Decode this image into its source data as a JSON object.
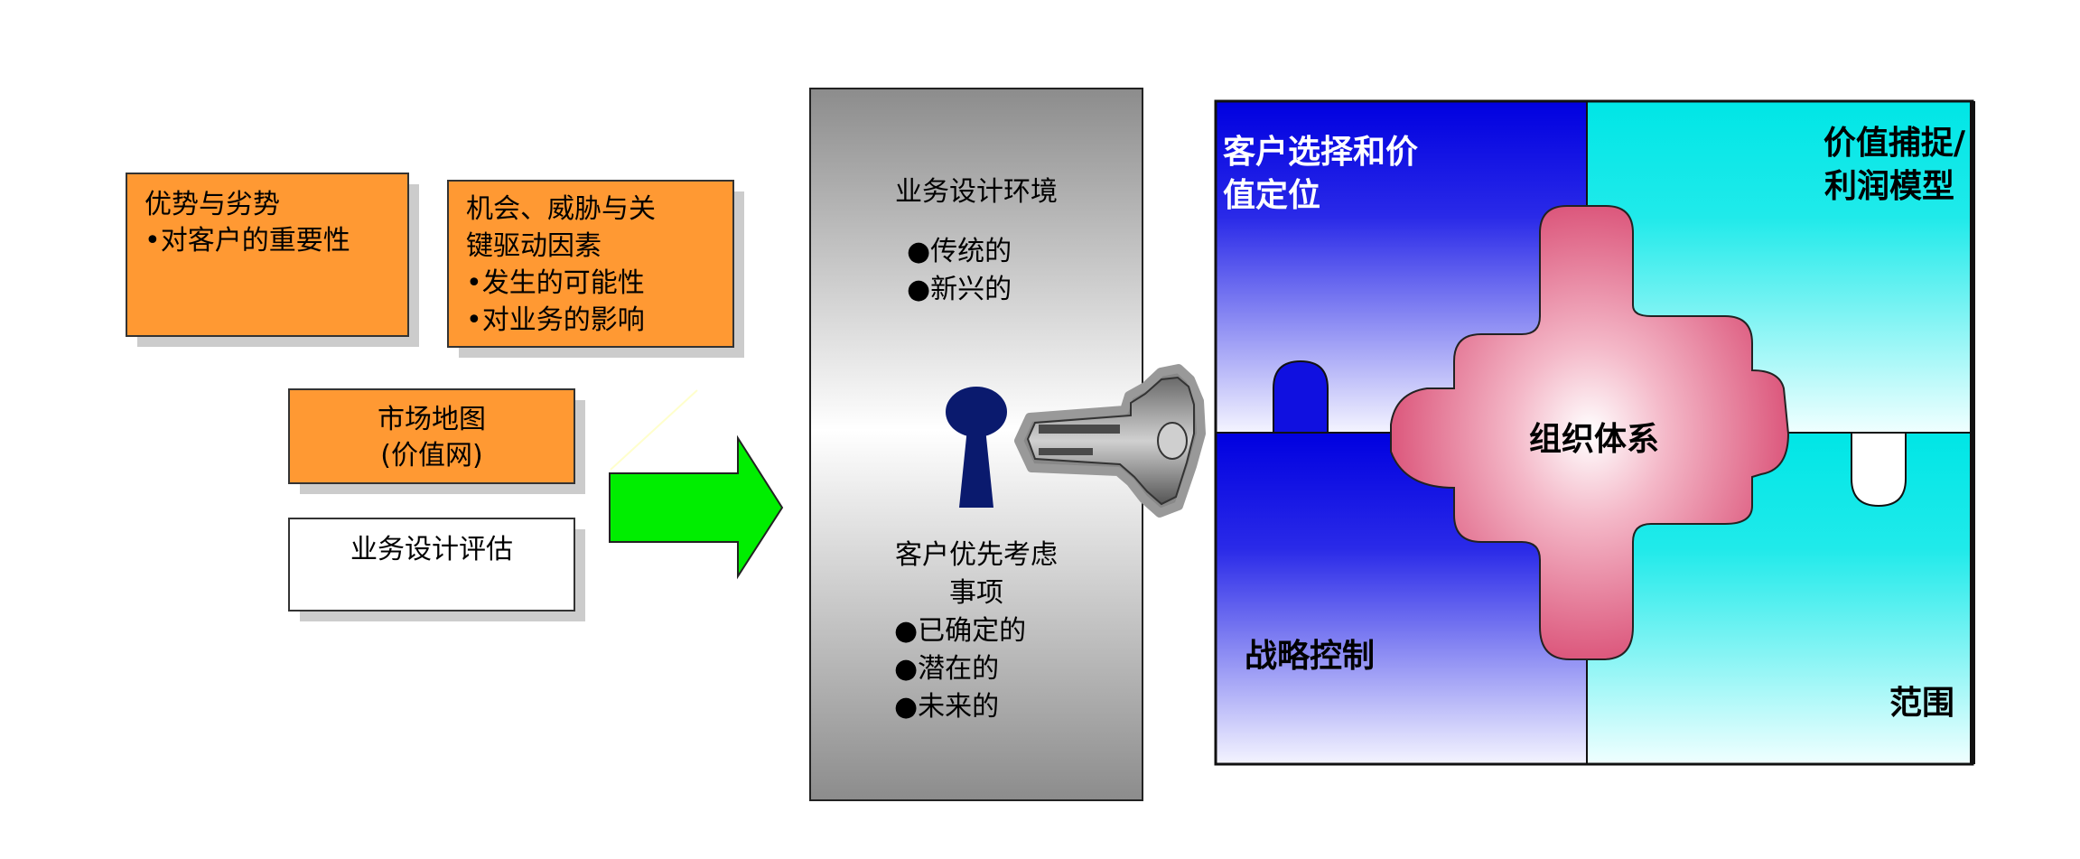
{
  "left_boxes": {
    "strengths": {
      "title": "优势与劣势",
      "line1": "•对客户的重要性"
    },
    "opportunities": {
      "line1": "机会、威胁与关",
      "line2": "键驱动因素",
      "line3": "•发生的可能性",
      "line4": "•对业务的影响"
    },
    "market_map": {
      "line1": "市场地图",
      "line2": "(价值网)"
    },
    "assessment": {
      "line1": "业务设计评估"
    }
  },
  "center_panel": {
    "environment_title": "业务设计环境",
    "environment_items": [
      "●传统的",
      "●新兴的"
    ],
    "priorities_title1": "客户优先考虑",
    "priorities_title2": "事项",
    "priority_items": [
      "●已确定的",
      "●潜在的",
      "●未来的"
    ]
  },
  "puzzle": {
    "top_left1": "客户选择和价",
    "top_left2": "值定位",
    "top_right1": "价值捕捉/",
    "top_right2": "利润模型",
    "center": "组织体系",
    "bottom_left": "战略控制",
    "bottom_right": "范围"
  },
  "colors": {
    "orange": "#FF9933",
    "arrow_green": "#00EE00",
    "blue": "#1010E0",
    "cyan": "#10E8E8",
    "pink": "#E05070",
    "lock_navy": "#0A1A6E"
  }
}
